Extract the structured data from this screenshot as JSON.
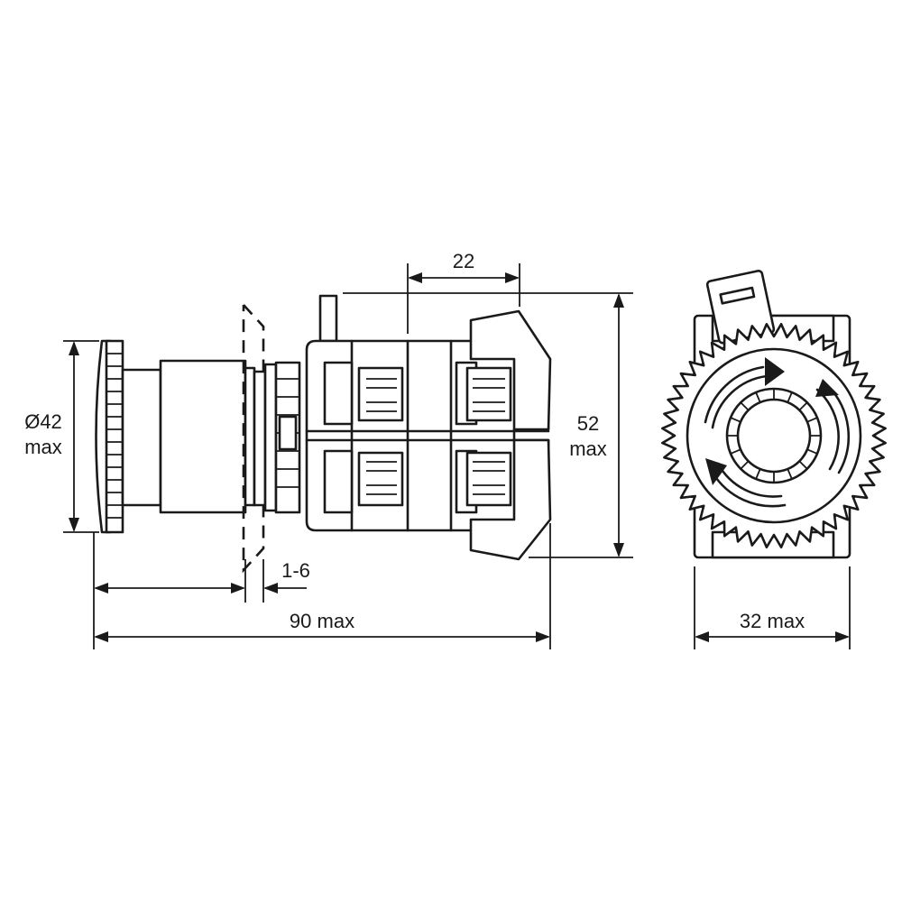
{
  "dimensions": {
    "diameter_value": "Ø42",
    "diameter_unit": "max",
    "height_value": "52",
    "height_unit": "max",
    "contact_width": "22",
    "panel_thickness": "1-6",
    "total_length": "90 max",
    "side_width": "32 max"
  },
  "colors": {
    "line": "#1a1a1a",
    "background": "#ffffff"
  }
}
